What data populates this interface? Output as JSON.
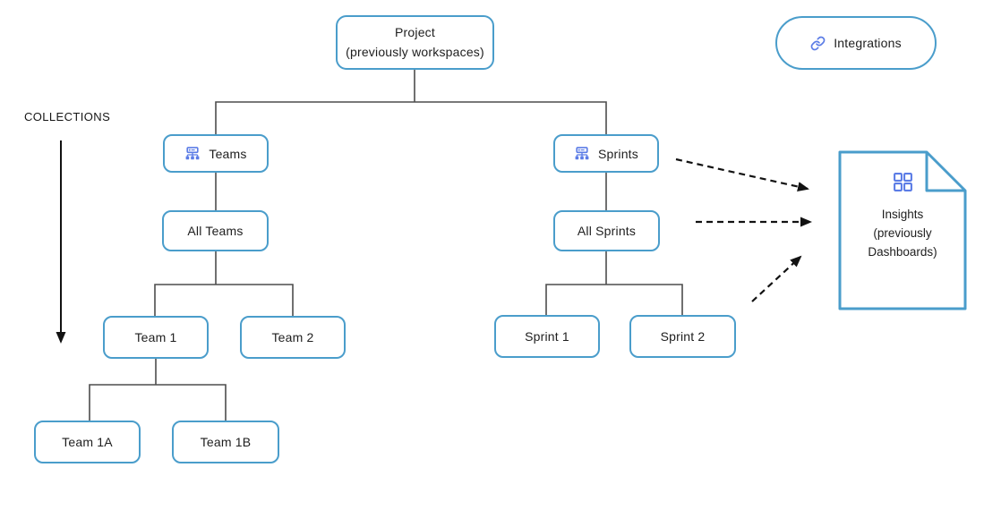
{
  "diagram": {
    "collections_label": "COLLECTIONS",
    "nodes": {
      "project": {
        "line1": "Project",
        "line2": "(previously workspaces)"
      },
      "integrations": {
        "label": "Integrations"
      },
      "teams": {
        "label": "Teams"
      },
      "sprints": {
        "label": "Sprints"
      },
      "all_teams": {
        "label": "All Teams"
      },
      "all_sprints": {
        "label": "All Sprints"
      },
      "team1": {
        "label": "Team 1"
      },
      "team2": {
        "label": "Team 2"
      },
      "sprint1": {
        "label": "Sprint 1"
      },
      "sprint2": {
        "label": "Sprint 2"
      },
      "team1a": {
        "label": "Team 1A"
      },
      "team1b": {
        "label": "Team 1B"
      },
      "insights": {
        "line1": "Insights",
        "line2": "(previously",
        "line3": "Dashboards)"
      }
    },
    "icons": {
      "teams": "sitemap-icon",
      "sprints": "sitemap-icon",
      "integrations": "link-icon",
      "insights": "grid-icon"
    },
    "colors": {
      "box_border": "#4a9dcb",
      "icon_blue": "#5b7ce6",
      "connector": "#4d4d4d",
      "arrow_black": "#121212",
      "text": "#1e1e1e"
    }
  }
}
